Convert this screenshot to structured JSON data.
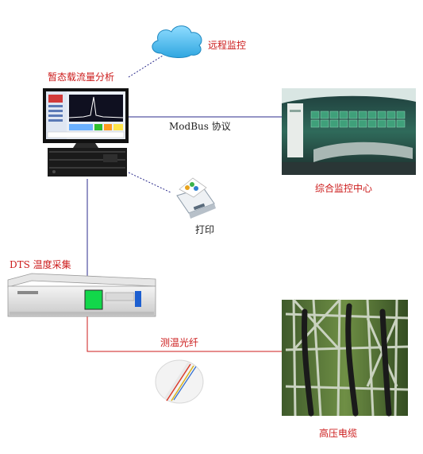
{
  "nodes": {
    "cloud": {
      "label": "远程监控"
    },
    "analysis_pc": {
      "label": "暂态载流量分析"
    },
    "monitor_center": {
      "label": "综合监控中心"
    },
    "printer": {
      "label": "打印"
    },
    "dts_unit": {
      "label": "DTS 温度采集"
    },
    "fiber": {
      "label": "测温光纤"
    },
    "cable": {
      "label": "高压电缆"
    }
  },
  "edges": {
    "modbus": {
      "label": "ModBus 协议"
    }
  },
  "colors": {
    "label_red": "#cc1b1b",
    "link_blue": "#2b2b8c",
    "link_red": "#cc1b1b",
    "cloud": "#5fc3ee"
  }
}
